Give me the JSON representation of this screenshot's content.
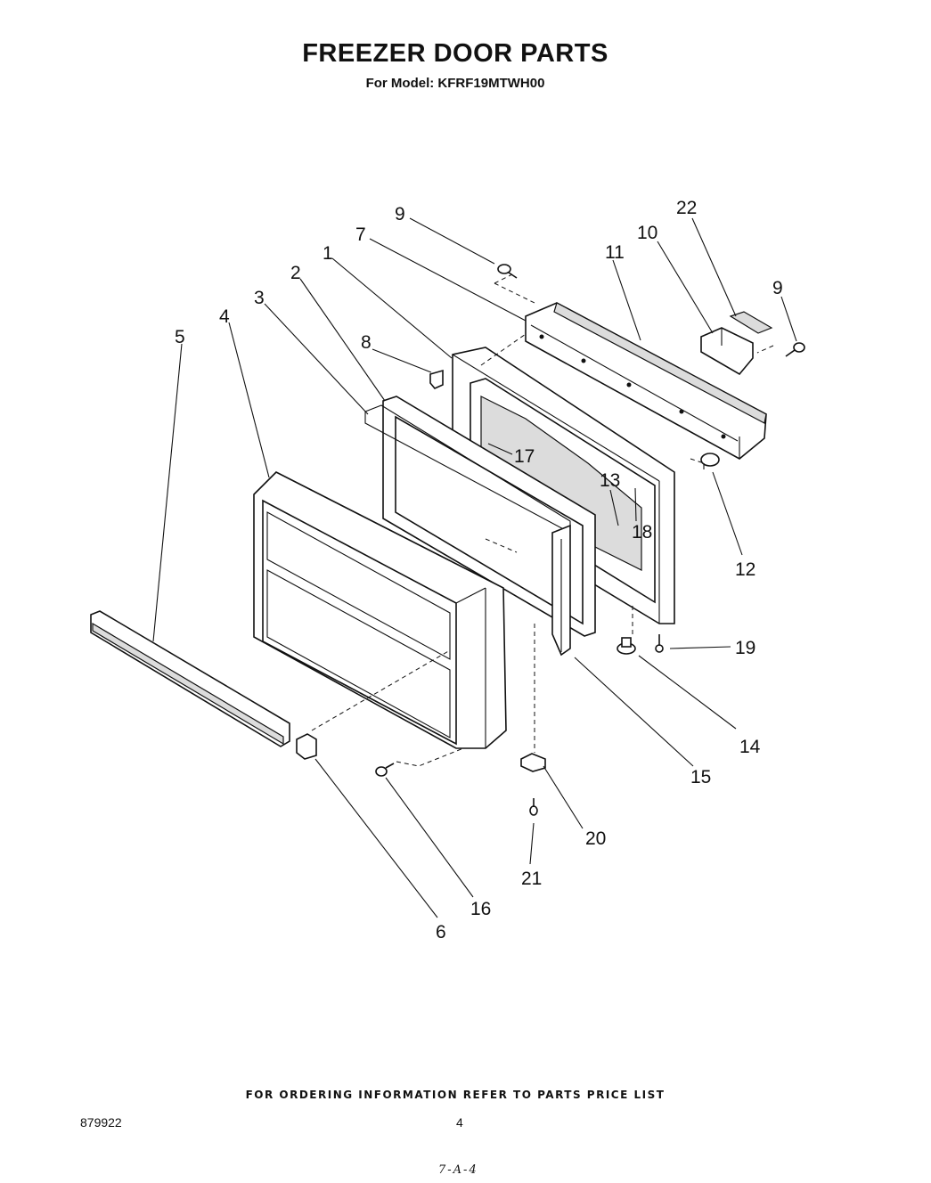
{
  "title": "FREEZER DOOR PARTS",
  "subtitle": "For Model: KFRF19MTWH00",
  "callouts": {
    "c1": "1",
    "c2": "2",
    "c3": "3",
    "c4": "4",
    "c5": "5",
    "c6": "6",
    "c7": "7",
    "c8": "8",
    "c9a": "9",
    "c9b": "9",
    "c10": "10",
    "c11": "11",
    "c12": "12",
    "c13": "13",
    "c14": "14",
    "c15": "15",
    "c16": "16",
    "c17": "17",
    "c18": "18",
    "c19": "19",
    "c20": "20",
    "c21": "21",
    "c22": "22"
  },
  "footer": "FOR ORDERING INFORMATION REFER TO PARTS PRICE LIST",
  "doc_number": "879922",
  "page_number": "4",
  "handwritten_note": "7-A-4"
}
